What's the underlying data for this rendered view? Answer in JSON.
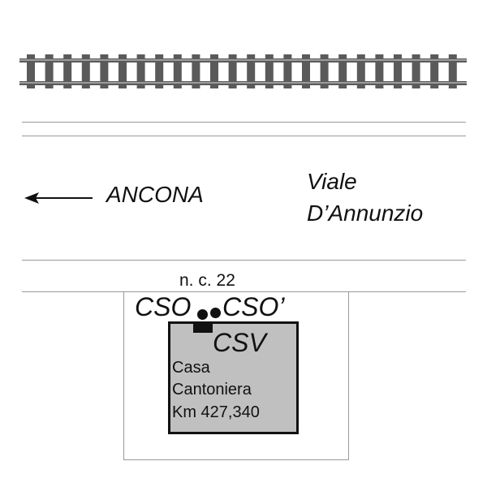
{
  "direction_label": "ANCONA",
  "street": {
    "line1": "Viale",
    "line2": "D’Annunzio"
  },
  "house_number": "n. c. 22",
  "labels": {
    "cso": "CSO",
    "cso_prime": "CSO’",
    "csv": "CSV"
  },
  "building": {
    "line1": "Casa",
    "line2": "Cantoniera",
    "line3": "Km 427,340"
  },
  "colors": {
    "track": "#5a5a5a",
    "building_fill": "#c0c0c0"
  }
}
